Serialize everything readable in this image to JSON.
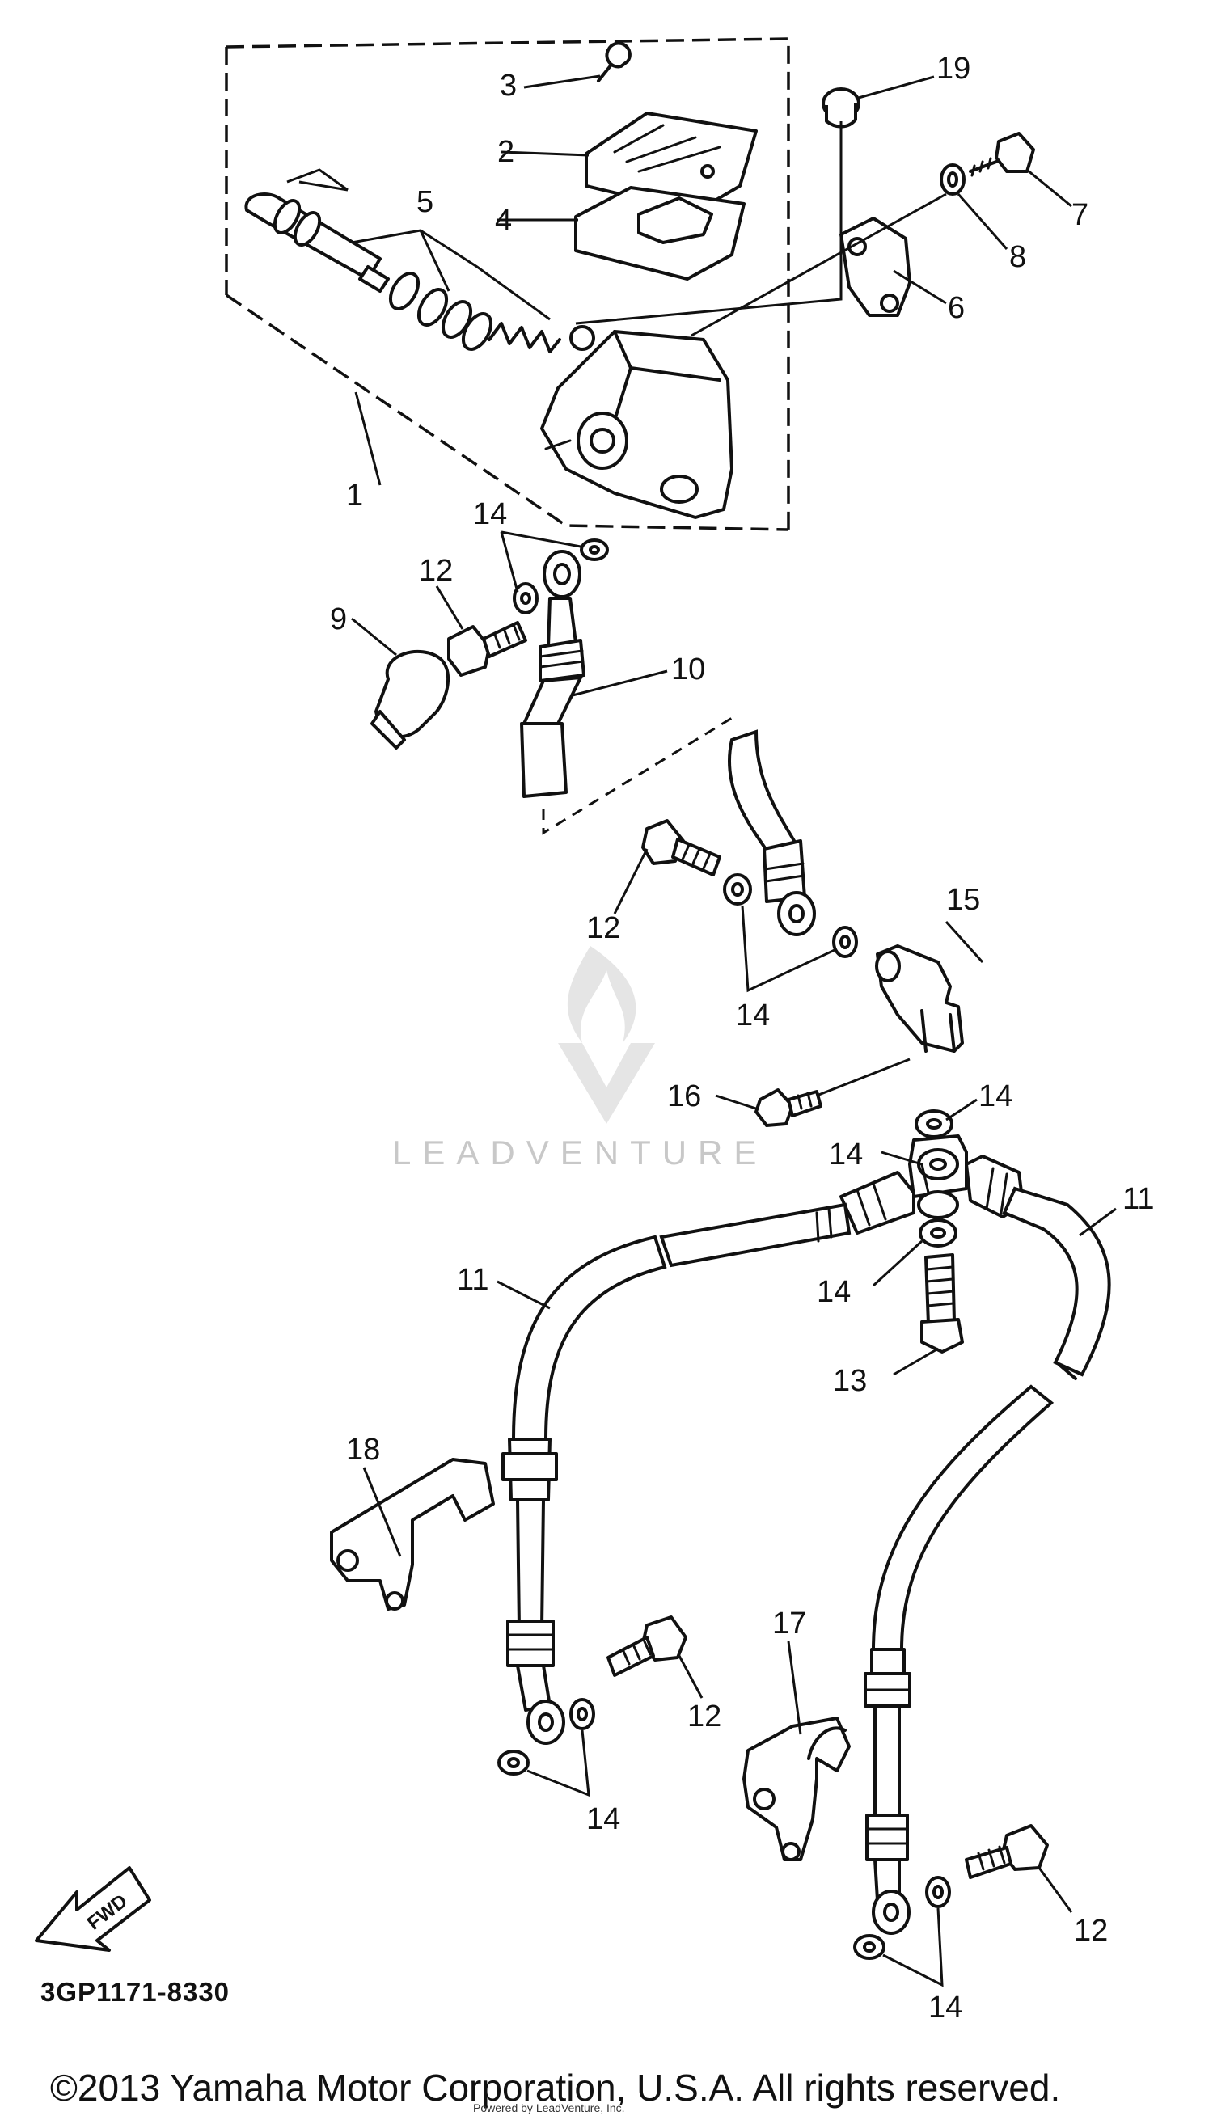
{
  "diagram": {
    "part_labels": {
      "p1": "1",
      "p2": "2",
      "p3": "3",
      "p4": "4",
      "p5": "5",
      "p6": "6",
      "p7": "7",
      "p8": "8",
      "p9": "9",
      "p10": "10",
      "p11a": "11",
      "p11b": "11",
      "p12a": "12",
      "p12b": "12",
      "p12c": "12",
      "p12d": "12",
      "p13": "13",
      "p14a": "14",
      "p14b": "14",
      "p14c": "14",
      "p14d": "14",
      "p14e": "14",
      "p14f": "14",
      "p14g": "14",
      "p15": "15",
      "p16": "16",
      "p17": "17",
      "p18": "18",
      "p19": "19"
    },
    "fwd_label": "FWD",
    "diagram_code": "3GP1171-8330",
    "watermark": "LEADVENTURE",
    "copyright": "©2013 Yamaha Motor Corporation, U.S.A. All rights reserved.",
    "footer_small": "Powered by LeadVenture, Inc."
  }
}
